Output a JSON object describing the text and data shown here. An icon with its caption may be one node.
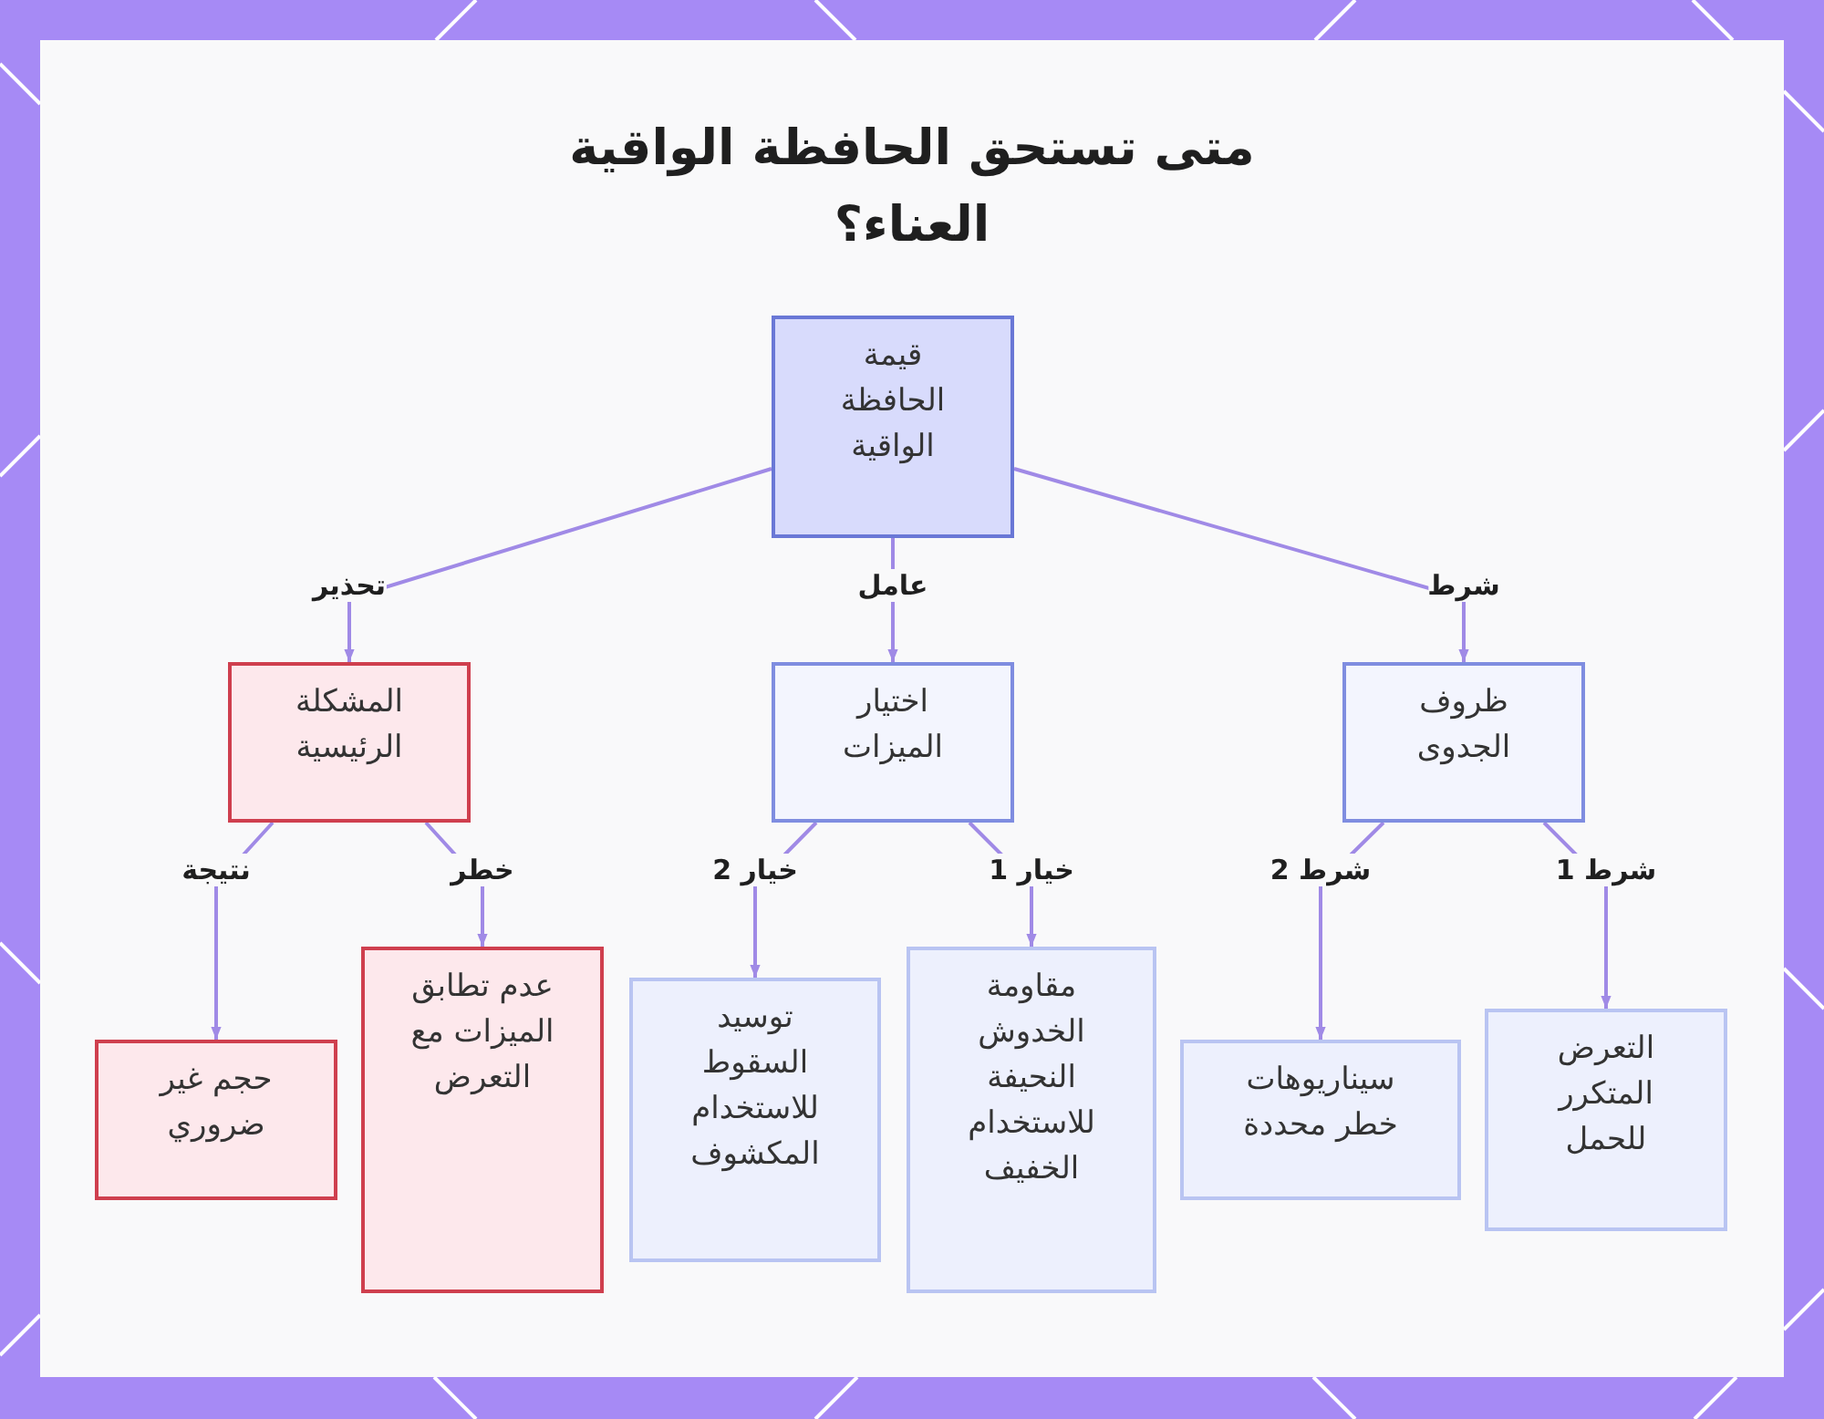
{
  "diagram": {
    "title": "متى تستحق الحافظة الواقية العناء؟",
    "nodes": [
      {
        "text": [
          "قيمة الحافظة الواقية"
        ]
      },
      {
        "text": [
          "ظروف الجدوى"
        ]
      },
      {
        "text": [
          "اختيار الميزات"
        ]
      },
      {
        "text": [
          "المشكلة الرئيسية"
        ]
      },
      {
        "text": [
          "التعرض المتكرر للحمل"
        ]
      },
      {
        "text": [
          "سيناريوهات خطر محددة"
        ]
      },
      {
        "text": [
          "مقاومة الخدوش النحيفة للاستخدام الخفيف"
        ]
      },
      {
        "text": [
          "توسيد السقوط للاستخدام المكشوف"
        ]
      },
      {
        "text": [
          "عدم تطابق الميزات مع التعرض"
        ]
      },
      {
        "text": [
          "حجم غير ضروري"
        ]
      }
    ],
    "edges": [
      {
        "from": 0,
        "to": 1,
        "arrow": "to",
        "label": "شرط"
      },
      {
        "from": 0,
        "to": 2,
        "arrow": "to",
        "label": "عامل"
      },
      {
        "from": 0,
        "to": 3,
        "arrow": "to",
        "label": "تحذير"
      },
      {
        "from": 1,
        "to": 4,
        "arrow": "to",
        "label": "شرط 1"
      },
      {
        "from": 1,
        "to": 5,
        "arrow": "to",
        "label": "شرط 2"
      },
      {
        "from": 2,
        "to": 6,
        "arrow": "to",
        "label": "خيار 1"
      },
      {
        "from": 2,
        "to": 7,
        "arrow": "to",
        "label": "خيار 2"
      },
      {
        "from": 3,
        "to": 8,
        "arrow": "to",
        "label": "خطر"
      },
      {
        "from": 3,
        "to": 9,
        "arrow": "to",
        "label": "نتيجة"
      }
    ]
  }
}
